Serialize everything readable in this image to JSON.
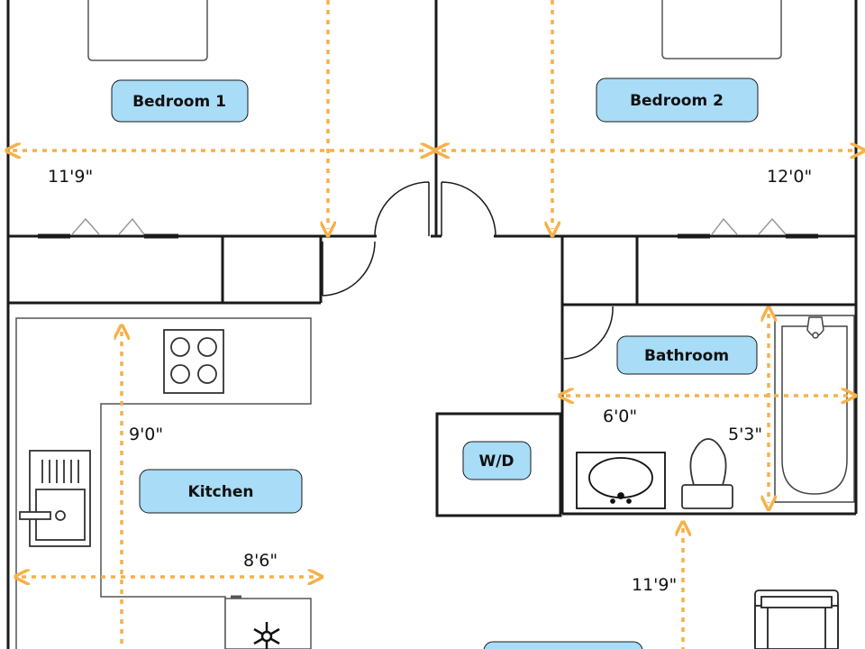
{
  "rooms": {
    "bedroom1": "Bedroom 1",
    "bedroom2": "Bedroom 2",
    "bathroom": "Bathroom",
    "kitchen": "Kitchen",
    "laundry": "W/D"
  },
  "dimensions": {
    "bedroom1_width": "11'9\"",
    "bedroom2_width": "12'0\"",
    "bathroom_width": "6'0\"",
    "bathroom_depth": "5'3\"",
    "kitchen_depth": "9'0\"",
    "kitchen_width": "8'6\"",
    "living_depth": "11'9\""
  },
  "colors": {
    "wall": "#1a1a1a",
    "label_fill": "#a8dcf7",
    "dimension_line": "#f5b14a"
  }
}
